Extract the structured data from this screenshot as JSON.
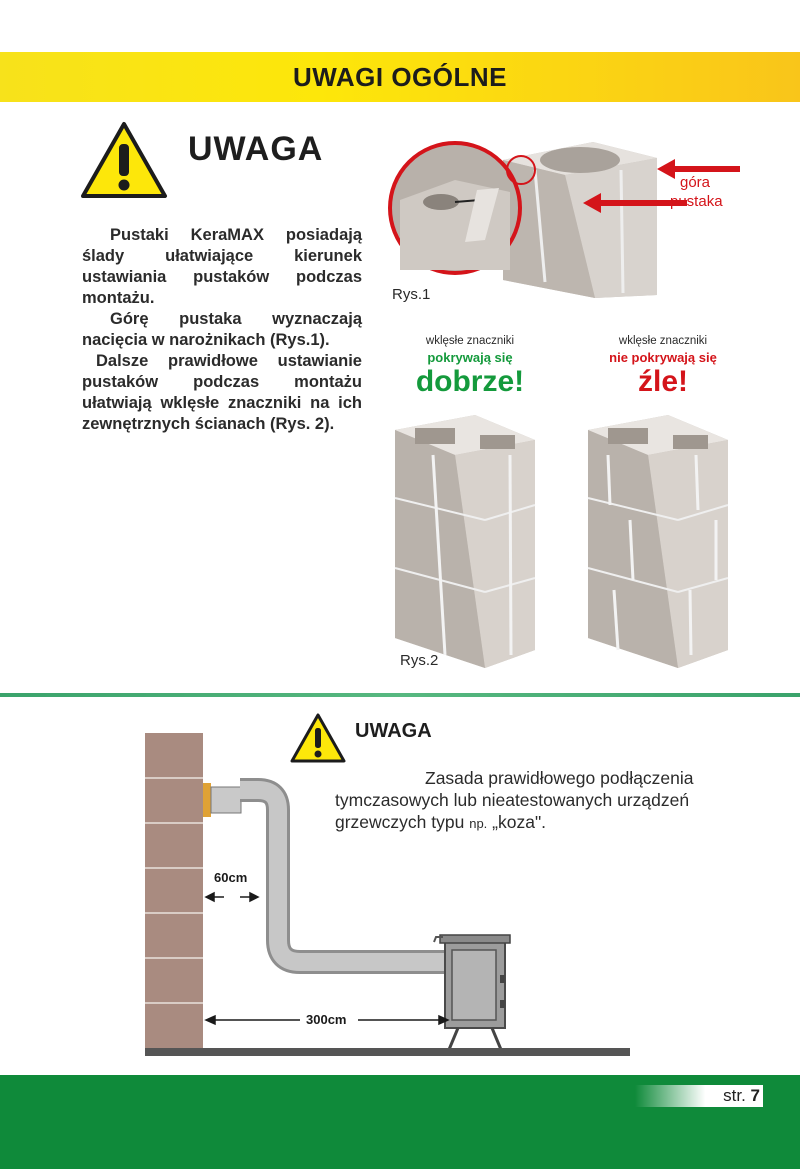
{
  "header": {
    "title": "UWAGI OGÓLNE"
  },
  "warning": {
    "title": "UWAGA",
    "paragraphs": [
      "Pustaki KeraMAX posiadają ślady ułatwiające kierunek ustawiania pustaków podczas montażu.",
      "Górę pustaka wyznaczają nacięcia w narożnikach (Rys.1).",
      "Dalsze prawidłowe ustawianie pustaków podczas montażu ułatwiają wklęsłe znaczniki na ich zewnętrznych ścianach (Rys. 2)."
    ]
  },
  "fig1": {
    "caption": "Rys.1",
    "arrow_label_line1": "góra",
    "arrow_label_line2": "pustaka"
  },
  "fig2": {
    "caption": "Rys.2",
    "good": {
      "line1": "wklęsłe znaczniki",
      "line2": "pokrywają się",
      "verdict": "dobrze!"
    },
    "bad": {
      "line1": "wklęsłe znaczniki",
      "line2": "nie pokrywają się",
      "verdict": "źle!"
    }
  },
  "section2": {
    "title": "UWAGA",
    "description_line1": "Zasada prawidłowego podłączenia",
    "description_line2": "tymczasowych lub nieatestowanych urządzeń",
    "description_line3a": "grzewczych typu ",
    "description_line3b": "np.",
    "description_line3c": " „koza\".",
    "dim_short": "60cm",
    "dim_long": "300cm"
  },
  "footer": {
    "page_prefix": "str.",
    "page_number": "7"
  },
  "colors": {
    "header_yellow": "#fde70a",
    "good_green": "#149a3c",
    "bad_red": "#d4141a",
    "footer_green": "#0f8a3a"
  }
}
